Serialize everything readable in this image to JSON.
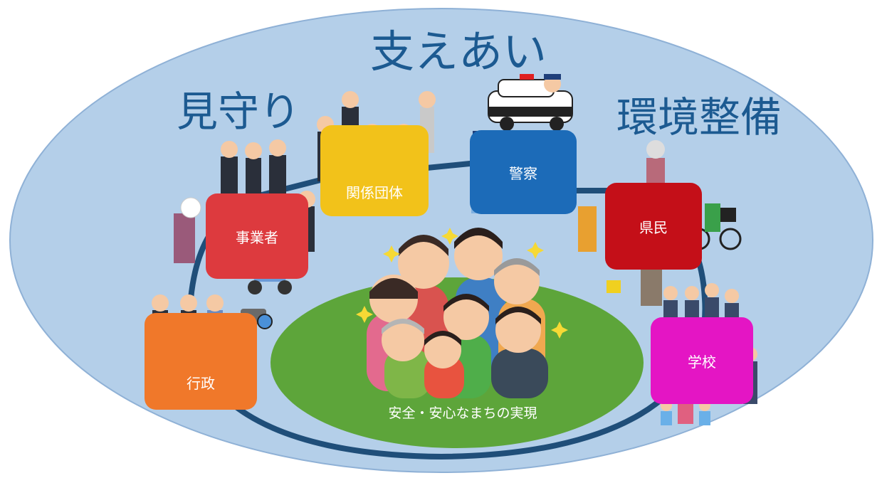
{
  "headings": {
    "support": "支えあい",
    "watch": "見守り",
    "environment": "環境整備"
  },
  "boxes": {
    "jigyousha": "事業者",
    "kankei_dantai": "関係団体",
    "keisatsu": "警察",
    "kenmin": "県民",
    "gakkou": "学校",
    "gyousei": "行政"
  },
  "center": {
    "caption": "安全・安心なまちの実現"
  },
  "colors": {
    "outer_ellipse": "#b4cfe9",
    "outer_ellipse_stroke": "#8fb1d6",
    "inner_ellipse": "#5da53a",
    "ring": "#1f4e79",
    "heading_text": "#1c5a91",
    "jigyousha": "#dd3a3e",
    "kankei_dantai": "#f2c21a",
    "keisatsu": "#1c6bb8",
    "kenmin": "#c40f18",
    "gakkou": "#e415c4",
    "gyousei": "#f0782a"
  }
}
